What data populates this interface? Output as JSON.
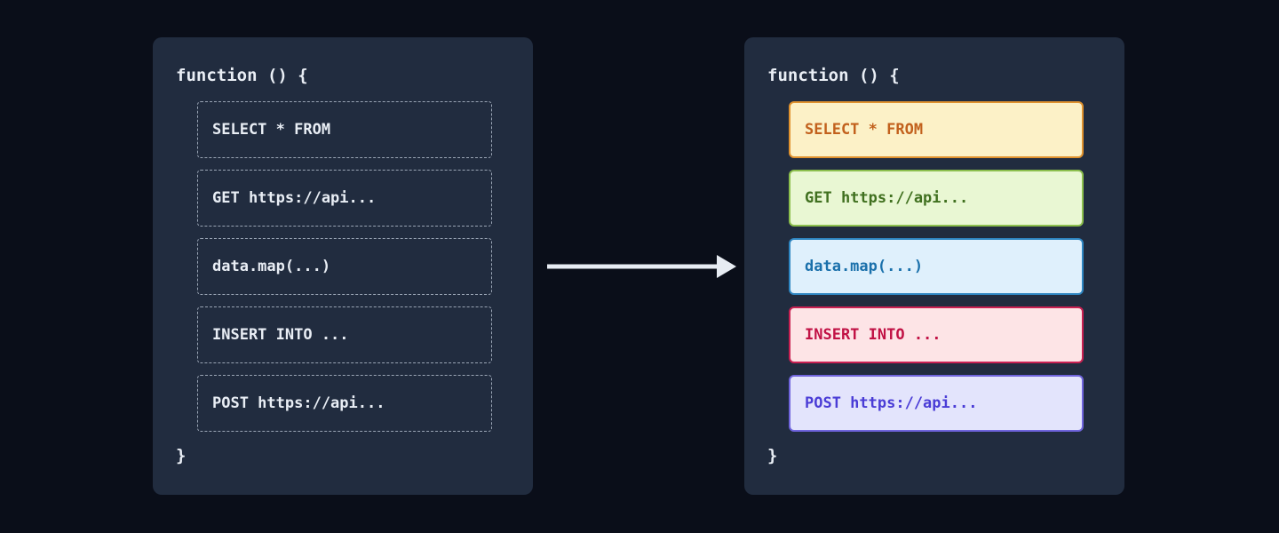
{
  "colors": {
    "page_bg": "#0a0e19",
    "panel_bg": "#212c3f",
    "dashed_border": "#9aa5b5",
    "code_text": "#e9eef5",
    "arrow": "#e7ecf3"
  },
  "left_panel": {
    "header": "function () {",
    "footer": "}",
    "items": [
      {
        "label": "SELECT * FROM"
      },
      {
        "label": "GET https://api..."
      },
      {
        "label": "data.map(...)"
      },
      {
        "label": "INSERT INTO ..."
      },
      {
        "label": "POST https://api..."
      }
    ]
  },
  "arrow": {
    "icon": "right-arrow"
  },
  "right_panel": {
    "header": "function () {",
    "footer": "}",
    "items": [
      {
        "label": "SELECT * FROM",
        "bg": "#fcf1c7",
        "border": "#e0922e",
        "text": "#c2611d"
      },
      {
        "label": "GET https://api...",
        "bg": "#e9f7d3",
        "border": "#8cbf4d",
        "text": "#40701f"
      },
      {
        "label": "data.map(...)",
        "bg": "#dff0fc",
        "border": "#2e86c2",
        "text": "#1a70ab"
      },
      {
        "label": "INSERT INTO ...",
        "bg": "#fde4e6",
        "border": "#c92052",
        "text": "#c11245"
      },
      {
        "label": "POST https://api...",
        "bg": "#e3e4fc",
        "border": "#6f64dc",
        "text": "#4a3cd6"
      }
    ]
  }
}
